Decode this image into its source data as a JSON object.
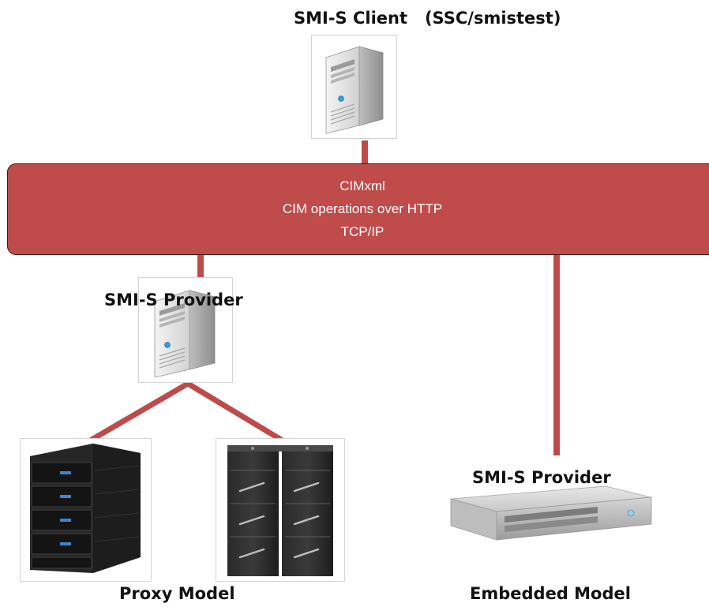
{
  "client": {
    "label": "SMI-S Client   (SSC/smistest)",
    "icon": "server-tower-icon"
  },
  "bus": {
    "lines": [
      "CIMxml",
      "CIM operations over HTTP",
      "TCP/IP"
    ],
    "color": "#c04b4b"
  },
  "proxy_provider": {
    "label": "SMI-S Provider",
    "icon": "server-tower-icon"
  },
  "embedded_provider": {
    "label": "SMI-S Provider",
    "icon": "rack-server-icon"
  },
  "storage": {
    "array1_icon": "storage-array-icon",
    "array2_icon": "storage-cabinet-icon"
  },
  "models": {
    "proxy": "Proxy Model",
    "embedded": "Embedded Model"
  },
  "colors": {
    "connector": "#bf4a4a",
    "text": "#111111"
  }
}
